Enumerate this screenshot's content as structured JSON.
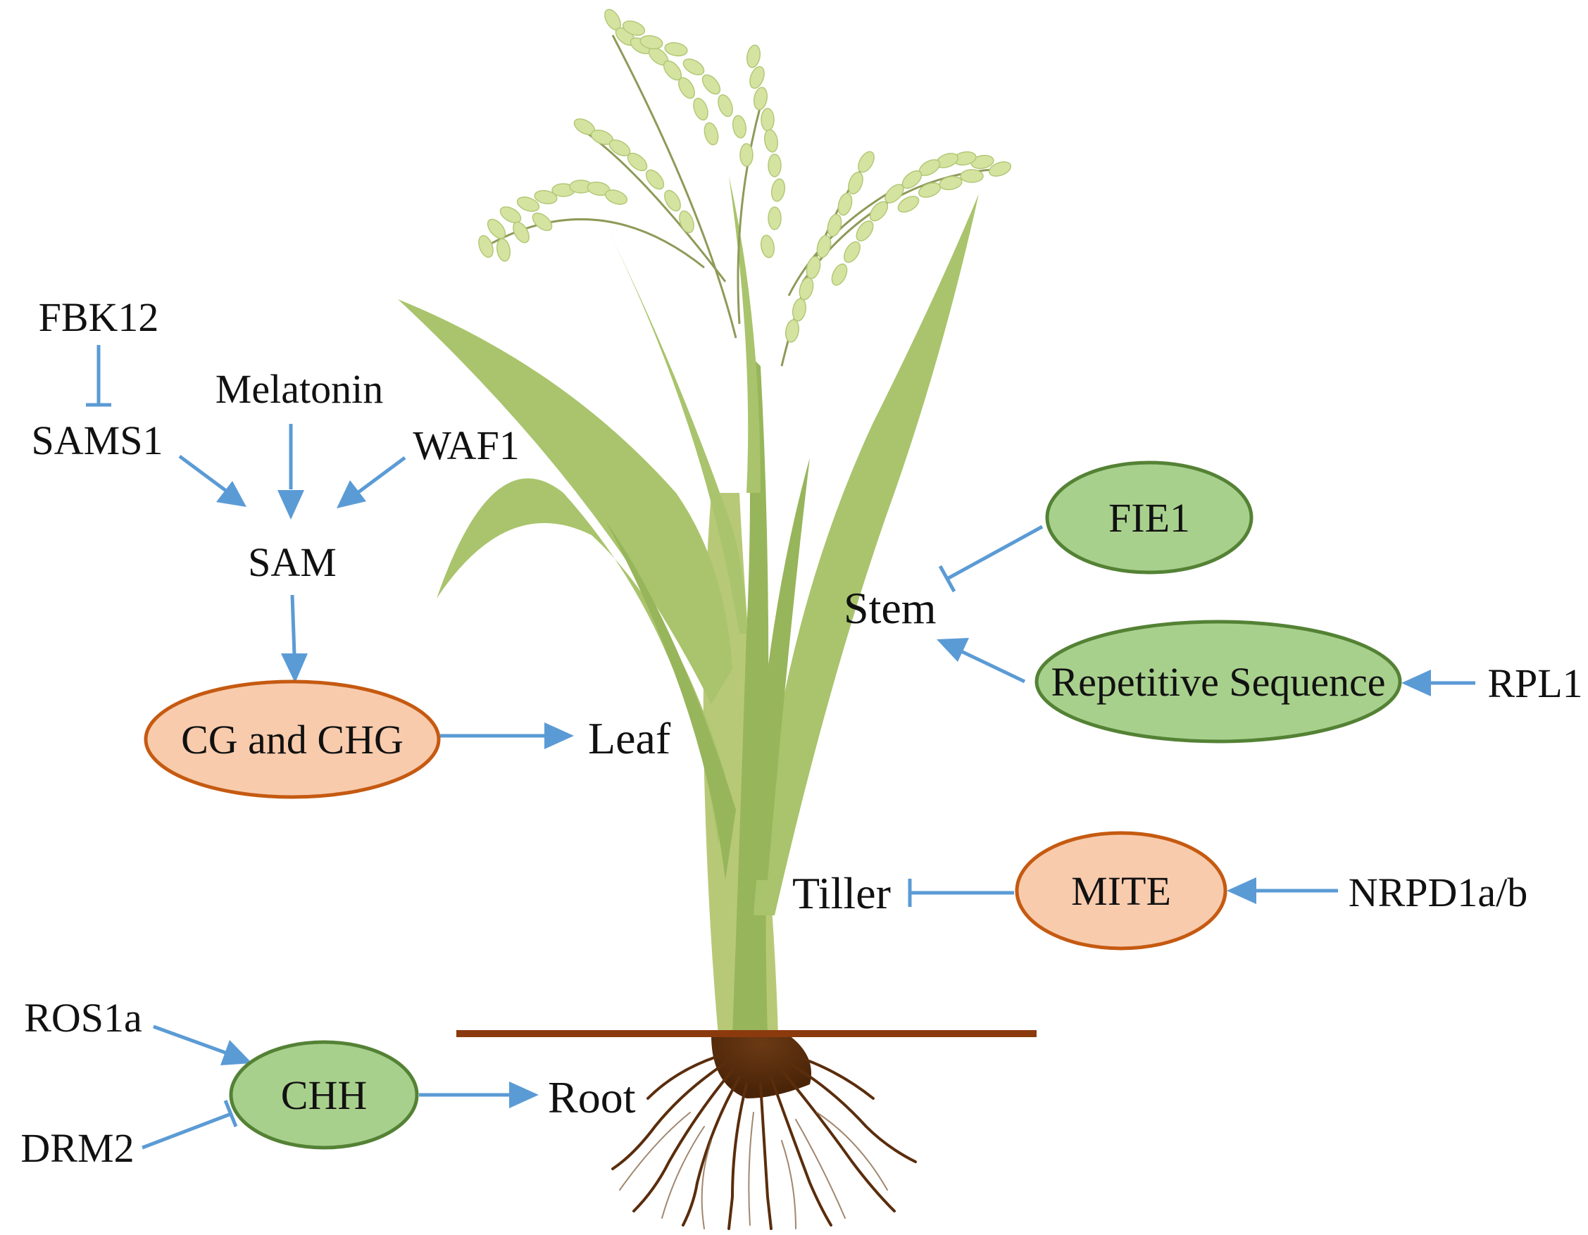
{
  "nodes": {
    "fbk12": "FBK12",
    "sams1": "SAMS1",
    "melatonin": "Melatonin",
    "waf1": "WAF1",
    "sam": "SAM",
    "cg_chg": "CG and CHG",
    "leaf": "Leaf",
    "fie1": "FIE1",
    "stem": "Stem",
    "repetitive": "Repetitive Sequence",
    "rpl1": "RPL1",
    "tiller": "Tiller",
    "mite": "MITE",
    "nrpd1": "NRPD1a/b",
    "ros1a": "ROS1a",
    "chh": "CHH",
    "drm2": "DRM2",
    "root": "Root"
  },
  "edges": [
    {
      "from": "FBK12",
      "to": "SAMS1",
      "type": "inhibit"
    },
    {
      "from": "SAMS1",
      "to": "SAM",
      "type": "activate"
    },
    {
      "from": "Melatonin",
      "to": "SAM",
      "type": "activate"
    },
    {
      "from": "WAF1",
      "to": "SAM",
      "type": "activate"
    },
    {
      "from": "SAM",
      "to": "CG and CHG",
      "type": "activate"
    },
    {
      "from": "CG and CHG",
      "to": "Leaf",
      "type": "activate"
    },
    {
      "from": "FIE1",
      "to": "Stem",
      "type": "inhibit"
    },
    {
      "from": "Repetitive Sequence",
      "to": "Stem",
      "type": "activate"
    },
    {
      "from": "RPL1",
      "to": "Repetitive Sequence",
      "type": "activate"
    },
    {
      "from": "MITE",
      "to": "Tiller",
      "type": "inhibit"
    },
    {
      "from": "NRPD1a/b",
      "to": "MITE",
      "type": "activate"
    },
    {
      "from": "ROS1a",
      "to": "CHH",
      "type": "activate"
    },
    {
      "from": "DRM2",
      "to": "CHH",
      "type": "inhibit"
    },
    {
      "from": "CHH",
      "to": "Root",
      "type": "activate"
    }
  ],
  "colors": {
    "edge": "#5b9bd5",
    "green_node_fill": "#a8d08d",
    "green_node_stroke": "#548235",
    "orange_node_fill": "#f8cbad",
    "orange_node_stroke": "#c55a11",
    "ground_line": "#8b3a0e",
    "root_color": "#5a2d0c"
  },
  "illustration": "rice-plant-icon"
}
